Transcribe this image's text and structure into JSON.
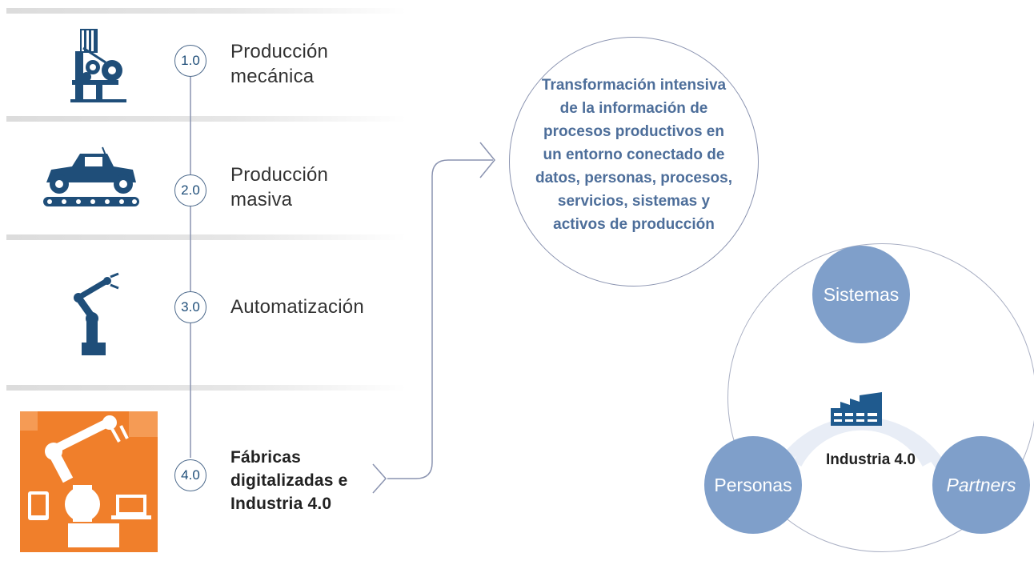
{
  "stages": [
    {
      "number": "1.0",
      "label_line1": "Producción",
      "label_line2": "mecánica",
      "icon": "machine-icon"
    },
    {
      "number": "2.0",
      "label_line1": "Producción",
      "label_line2": "masiva",
      "icon": "car-conveyor-icon"
    },
    {
      "number": "3.0",
      "label_line1": "Automatización",
      "icon": "robot-arm-icon"
    },
    {
      "number": "4.0",
      "label_line1": "Fábricas",
      "label_line2": "digitalizadas e",
      "label_line3": "Industria 4.0",
      "icon": "robot-arm-devices-icon"
    }
  ],
  "definition": {
    "text": "Transformación intensiva de la información de procesos productivos en un entorno conectado de datos, personas, procesos, servicios, sistemas y activos de producción"
  },
  "industry": {
    "center_label": "Industria 4.0",
    "icon": "factory-icon",
    "nodes": [
      {
        "label": "Sistemas",
        "italic": false
      },
      {
        "label": "Personas",
        "italic": false
      },
      {
        "label": "Partners",
        "italic": true
      }
    ]
  },
  "colors": {
    "accent_blue": "#1f4e79",
    "node_blue": "#7f9fca",
    "text_blue": "#4d6e9a",
    "orange": "#f07f2b",
    "line_gray": "#8a93b0"
  }
}
